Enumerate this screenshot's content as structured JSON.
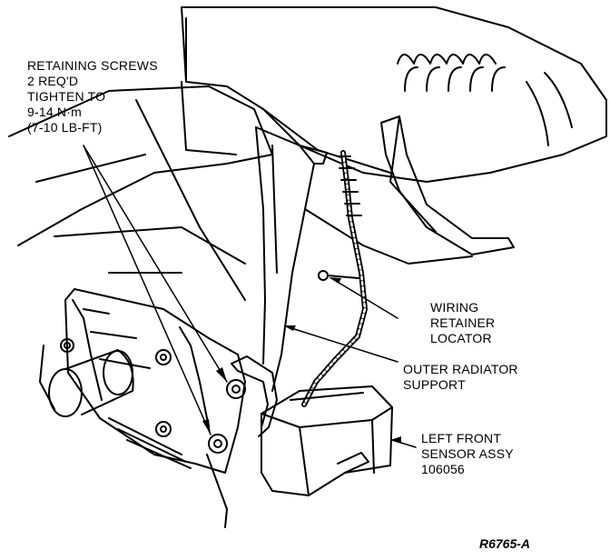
{
  "callouts": {
    "retaining_screws": {
      "line1": "RETAINING SCREWS",
      "line2": "2 REQ'D",
      "line3": "TIGHTEN TO",
      "line4": "9-14 N·m",
      "line5": "(7-10 LB-FT)"
    },
    "wiring_retainer": {
      "line1": "WIRING",
      "line2": "RETAINER",
      "line3": "LOCATOR"
    },
    "outer_radiator_support": {
      "line1": "OUTER RADIATOR",
      "line2": "SUPPORT"
    },
    "left_front_sensor": {
      "line1": "LEFT FRONT",
      "line2": "SENSOR ASSY",
      "line3": "106056"
    }
  },
  "reference_code": "R6765-A",
  "colors": {
    "ink": "#000000",
    "paper": "#ffffff"
  }
}
